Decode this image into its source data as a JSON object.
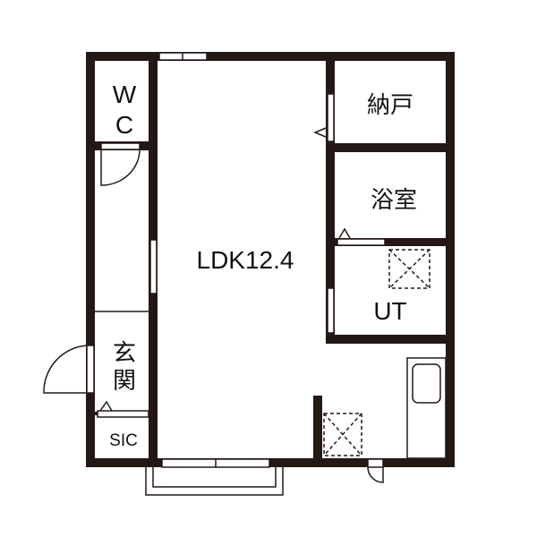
{
  "floor_plan": {
    "type": "apartment floor plan",
    "colors": {
      "wall": "#231815",
      "background": "#ffffff",
      "text": "#111111"
    },
    "rooms": [
      {
        "id": "wc",
        "label_line1": "W",
        "label_line2": "C"
      },
      {
        "id": "ldk",
        "label": "LDK12.4"
      },
      {
        "id": "storage",
        "label": "納戸"
      },
      {
        "id": "bathroom",
        "label": "浴室"
      },
      {
        "id": "utility",
        "label": "UT"
      },
      {
        "id": "entrance",
        "label_line1": "玄",
        "label_line2": "関"
      },
      {
        "id": "shoe-closet",
        "label": "SIC"
      }
    ],
    "fixtures": [
      {
        "id": "kitchen-sink",
        "kind": "sink"
      },
      {
        "id": "refrigerator-space",
        "kind": "dashed-box-x"
      },
      {
        "id": "washer-space",
        "kind": "dashed-box-x"
      },
      {
        "id": "balcony",
        "kind": "balcony"
      }
    ]
  }
}
